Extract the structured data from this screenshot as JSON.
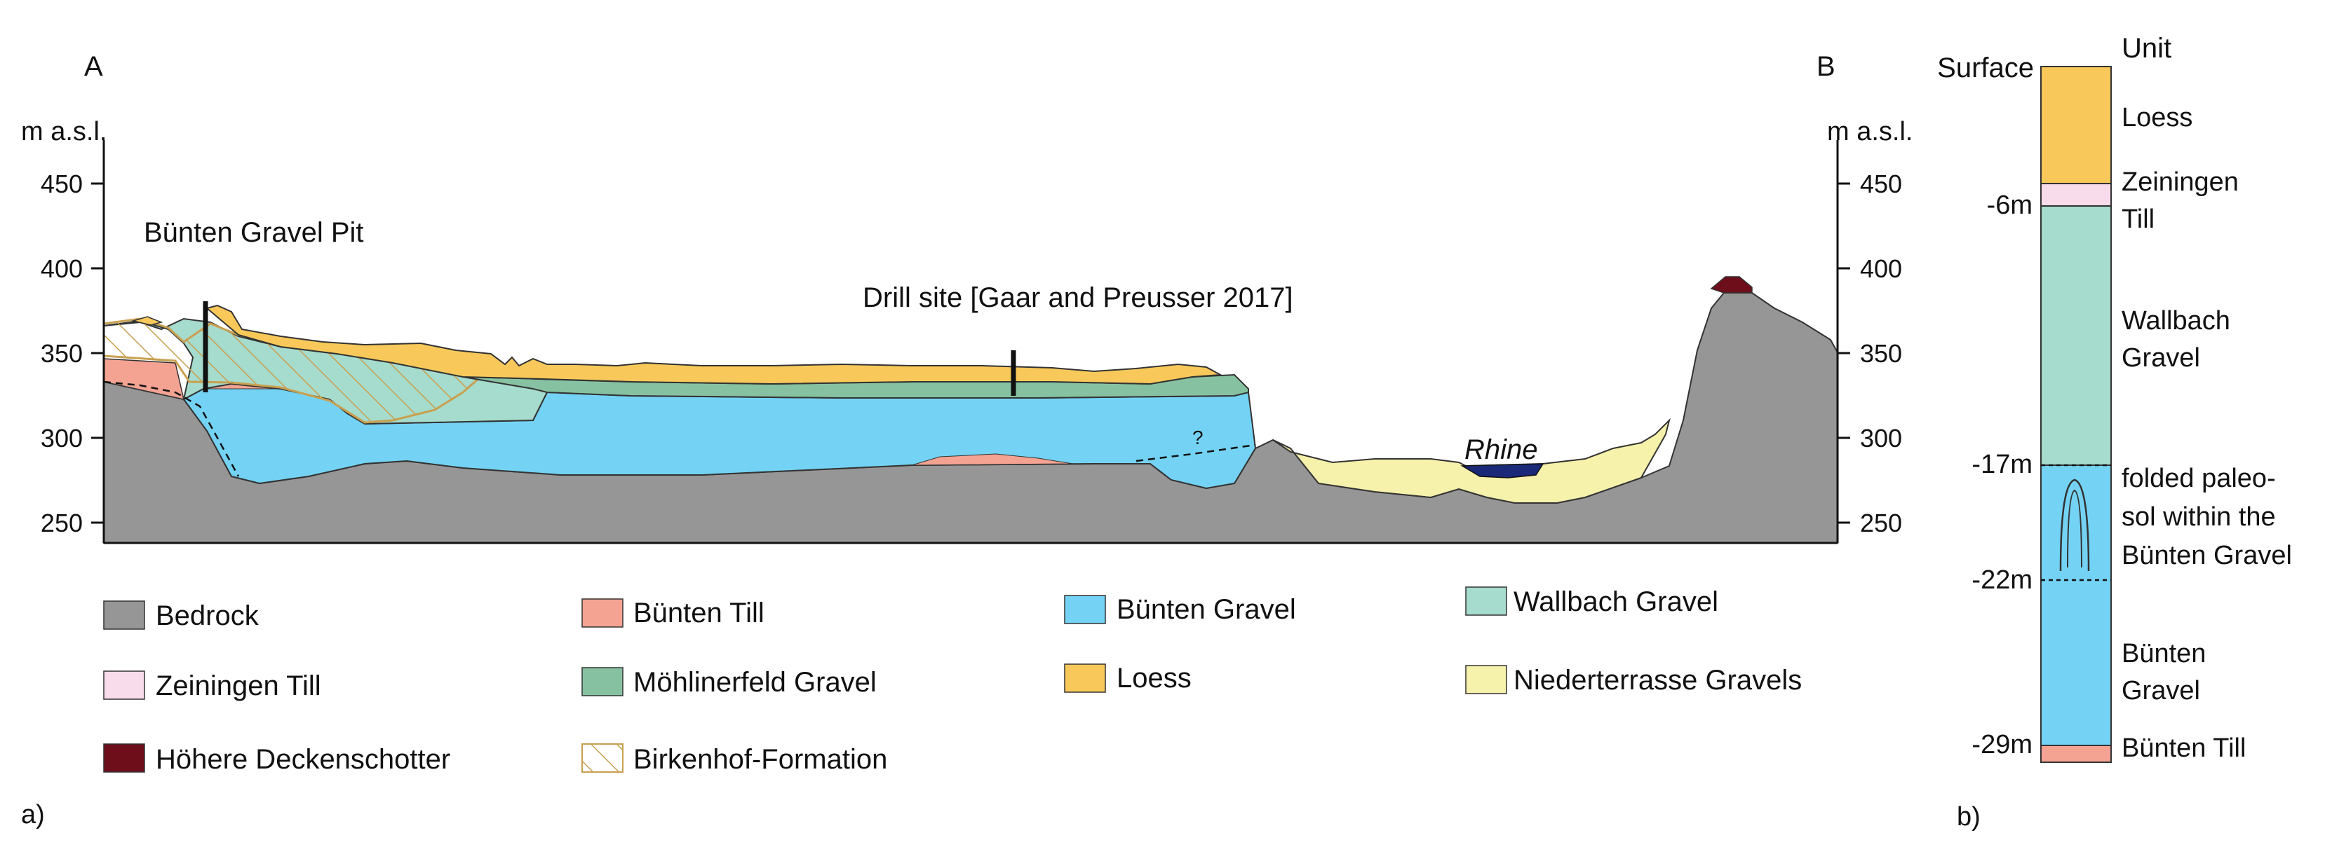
{
  "section": {
    "end_a": "A",
    "end_b": "B",
    "axis_unit": "m a.s.l.",
    "ticks": [
      450,
      400,
      350,
      300,
      250
    ],
    "site_gravel_pit": "Bünten Gravel Pit",
    "site_drill": "Drill site [Gaar and Preusser 2017]",
    "river": "Rhine",
    "uncertain_mark": "?",
    "panel_label": "a)"
  },
  "legend": [
    {
      "label": "Bedrock",
      "color": "#969696"
    },
    {
      "label": "Bünten Till",
      "color": "#f4a393"
    },
    {
      "label": "Bünten Gravel",
      "color": "#74d3f4"
    },
    {
      "label": "Wallbach Gravel",
      "color": "#a6dccd"
    },
    {
      "label": "Zeiningen Till",
      "color": "#f8dcec"
    },
    {
      "label": "Möhlinerfeld Gravel",
      "color": "#86c2a1"
    },
    {
      "label": "Loess",
      "color": "#f8c95a"
    },
    {
      "label": "Niederterrasse Gravels",
      "color": "#f6f1ab"
    },
    {
      "label": "Höhere Deckenschotter",
      "color": "#6e0e1a"
    },
    {
      "label": "Birkenhof-Formation",
      "color": "#c8a050"
    }
  ],
  "column": {
    "title_left": "Surface",
    "title_right": "Unit",
    "depths": [
      "-6m",
      "-17m",
      "-22m",
      "-29m"
    ],
    "units": {
      "loess": "Loess",
      "zeiningen_1": "Zeiningen",
      "zeiningen_2": "Till",
      "wallbach_1": "Wallbach",
      "wallbach_2": "Gravel",
      "paleosol_1": "folded paleo-",
      "paleosol_2": "sol within the",
      "paleosol_3": "Bünten Gravel",
      "bunten_1": "Bünten",
      "bunten_2": "Gravel",
      "bunten_till": "Bünten Till"
    },
    "panel_label": "b)"
  }
}
